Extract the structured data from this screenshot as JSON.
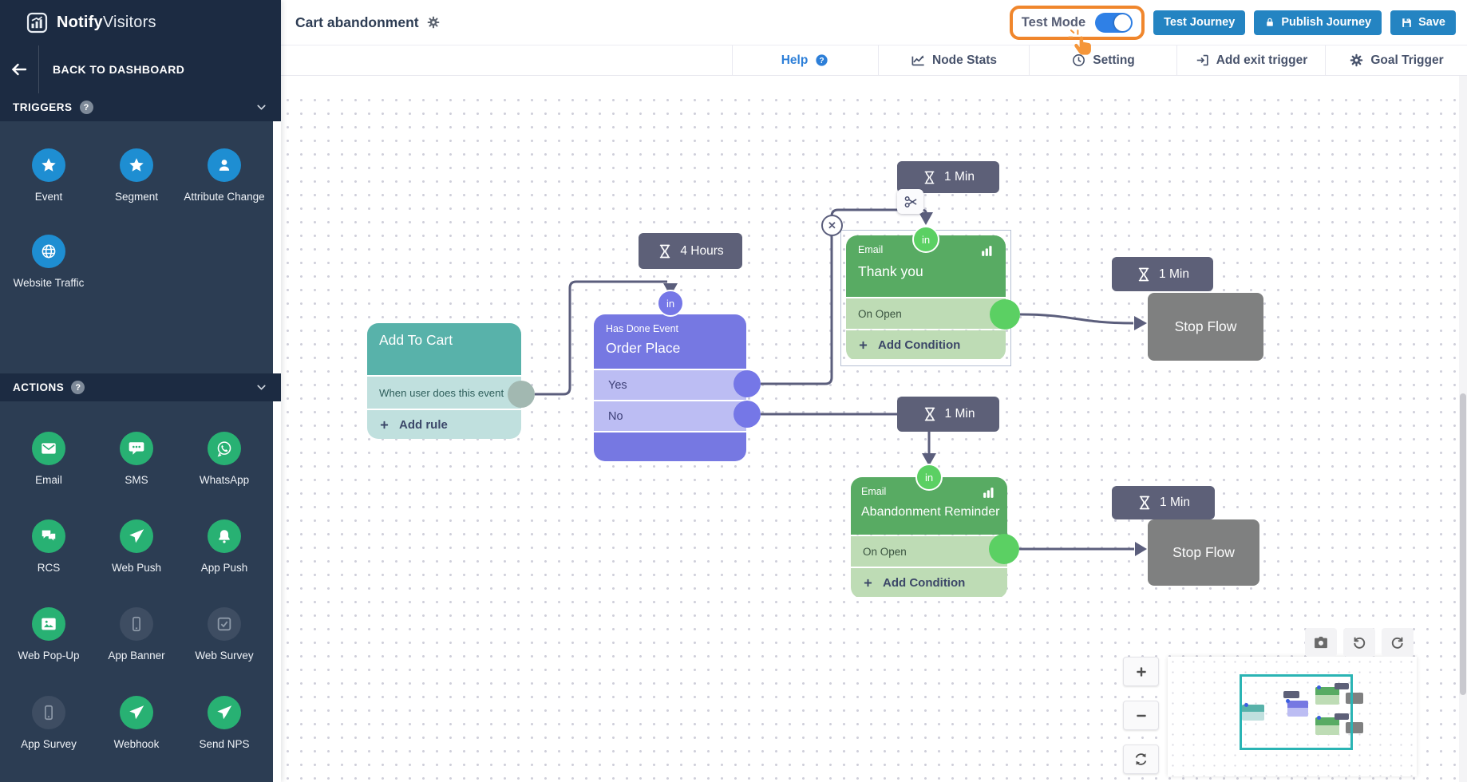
{
  "header": {
    "logo_bold": "Notify",
    "logo_light": "Visitors",
    "journey_title": "Cart abandonment",
    "back_label": "BACK TO DASHBOARD",
    "test_mode_label": "Test Mode",
    "test_journey_label": "Test Journey",
    "publish_journey_label": "Publish Journey",
    "save_label": "Save"
  },
  "nav": {
    "items": [
      {
        "label": "Help",
        "icon": "help-circle",
        "accent": true,
        "width": 183
      },
      {
        "label": "Node Stats",
        "icon": "chart-line",
        "accent": false,
        "width": 189
      },
      {
        "label": "Setting",
        "icon": "clock",
        "accent": false,
        "width": 185
      },
      {
        "label": "Add exit trigger",
        "icon": "exit",
        "accent": false,
        "width": 186
      },
      {
        "label": "Goal Trigger",
        "icon": "gear",
        "accent": false,
        "width": 178
      }
    ]
  },
  "sidebar": {
    "sections": [
      {
        "title": "TRIGGERS",
        "items": [
          {
            "label": "Event",
            "icon": "star",
            "enabled": true
          },
          {
            "label": "Segment",
            "icon": "star",
            "enabled": true
          },
          {
            "label": "Attribute Change",
            "icon": "user",
            "enabled": true
          },
          {
            "label": "Website Traffic",
            "icon": "globe",
            "enabled": true
          }
        ]
      },
      {
        "title": "ACTIONS",
        "items": [
          {
            "label": "Email",
            "icon": "envelope",
            "enabled": true
          },
          {
            "label": "SMS",
            "icon": "sms-bubble",
            "enabled": true
          },
          {
            "label": "WhatsApp",
            "icon": "whatsapp",
            "enabled": true
          },
          {
            "label": "RCS",
            "icon": "chat-bubbles",
            "enabled": true
          },
          {
            "label": "Web Push",
            "icon": "paper-plane",
            "enabled": true
          },
          {
            "label": "App Push",
            "icon": "bell",
            "enabled": true
          },
          {
            "label": "Web Pop-Up",
            "icon": "image",
            "enabled": true
          },
          {
            "label": "App Banner",
            "icon": "phone",
            "enabled": false
          },
          {
            "label": "Web Survey",
            "icon": "check-square",
            "enabled": false
          },
          {
            "label": "App Survey",
            "icon": "phone",
            "enabled": false
          },
          {
            "label": "Webhook",
            "icon": "paper-plane",
            "enabled": true
          },
          {
            "label": "Send NPS",
            "icon": "paper-plane",
            "enabled": true
          }
        ]
      }
    ]
  },
  "canvas": {
    "in_badge": "in",
    "add_to_cart": {
      "title": "Add To Cart",
      "rule": "When user does this event",
      "add_rule": "Add rule"
    },
    "condition": {
      "kind": "Has Done Event",
      "title": "Order Place",
      "yes": "Yes",
      "no": "No"
    },
    "delays": {
      "four_hours": "4 Hours",
      "one_min": "1 Min"
    },
    "email1": {
      "kind": "Email",
      "title": "Thank you",
      "row": "On Open",
      "add": "Add Condition"
    },
    "email2": {
      "kind": "Email",
      "title": "Abandonment Reminder",
      "row": "On Open",
      "add": "Add Condition"
    },
    "stop_flow": "Stop Flow"
  },
  "colors": {
    "sidebar_dark": "#1c2b42",
    "sidebar_body": "#2c3d53",
    "trigger_blue": "#1e8ed2",
    "action_green": "#28b173",
    "button_blue": "#2484c2",
    "toggle_blue": "#2f80e6",
    "highlight_orange": "#f0862c",
    "help_blue": "#2d7fd8",
    "node_teal": "#58b2aa",
    "node_purple": "#7678e2",
    "node_green": "#58ab63",
    "delay_slate": "#5d6078",
    "stop_gray": "#7f8080",
    "wire_slate": "#5b5e7c",
    "minimap_teal": "#2ab4b4"
  }
}
